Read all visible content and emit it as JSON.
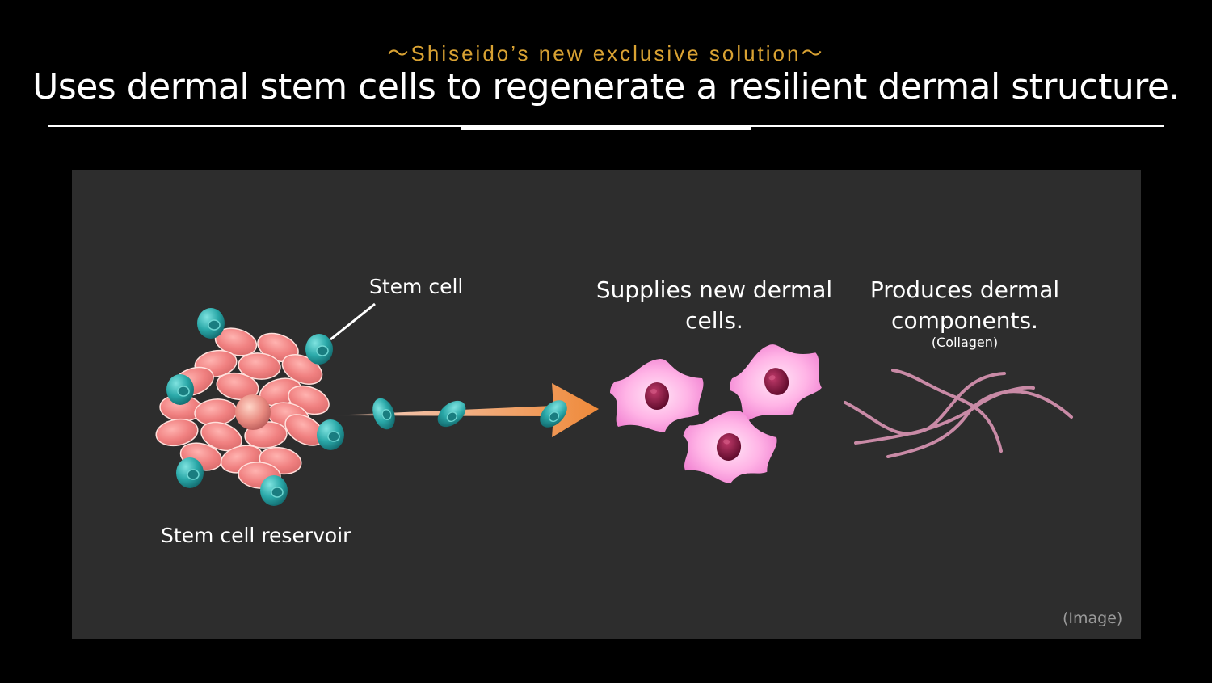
{
  "header": {
    "subtitle": "〜Shiseido’s new exclusive solution〜",
    "title": "Uses dermal stem cells to regenerate a resilient dermal structure."
  },
  "diagram": {
    "stem_cell_label": "Stem cell",
    "reservoir_label": "Stem cell reservoir",
    "supplies_label": "Supplies new dermal cells.",
    "produces_label": "Produces dermal components.",
    "collagen_label": "(Collagen)",
    "image_note": "(Image)"
  },
  "colors": {
    "subtitle": "#d9a233",
    "panel": "#2d2d2d",
    "reservoir_cell": "#f08080",
    "stem_cell": "#2aa8a8",
    "arrow": "#ef8a3a",
    "dermal_cell": "#f58ed6",
    "nucleus": "#7a0f3a",
    "collagen": "#c98aa6"
  }
}
